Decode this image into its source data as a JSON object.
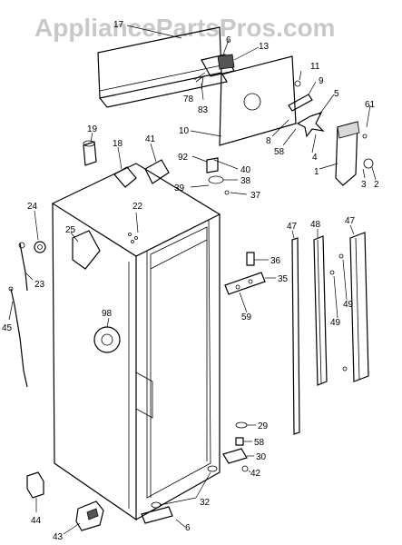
{
  "watermark": "AppliancePartsPros.com",
  "parts": [
    {
      "id": "p17",
      "text": "17"
    },
    {
      "id": "p6a",
      "text": "6"
    },
    {
      "id": "p13",
      "text": "13"
    },
    {
      "id": "p78",
      "text": "78"
    },
    {
      "id": "p83",
      "text": "83"
    },
    {
      "id": "p11",
      "text": "11"
    },
    {
      "id": "p9",
      "text": "9"
    },
    {
      "id": "p5",
      "text": "5"
    },
    {
      "id": "p10",
      "text": "10"
    },
    {
      "id": "p8",
      "text": "8"
    },
    {
      "id": "p58a",
      "text": "58"
    },
    {
      "id": "p4",
      "text": "4"
    },
    {
      "id": "p61",
      "text": "61"
    },
    {
      "id": "p1",
      "text": "1"
    },
    {
      "id": "p3",
      "text": "3"
    },
    {
      "id": "p2",
      "text": "2"
    },
    {
      "id": "p19",
      "text": "19"
    },
    {
      "id": "p18",
      "text": "18"
    },
    {
      "id": "p41",
      "text": "41"
    },
    {
      "id": "p92",
      "text": "92"
    },
    {
      "id": "p40",
      "text": "40"
    },
    {
      "id": "p38",
      "text": "38"
    },
    {
      "id": "p39",
      "text": "39"
    },
    {
      "id": "p37",
      "text": "37"
    },
    {
      "id": "p22",
      "text": "22"
    },
    {
      "id": "p24",
      "text": "24"
    },
    {
      "id": "p25",
      "text": "25"
    },
    {
      "id": "p23",
      "text": "23"
    },
    {
      "id": "p45",
      "text": "45"
    },
    {
      "id": "p36",
      "text": "36"
    },
    {
      "id": "p35",
      "text": "35"
    },
    {
      "id": "p59",
      "text": "59"
    },
    {
      "id": "p47a",
      "text": "47"
    },
    {
      "id": "p48",
      "text": "48"
    },
    {
      "id": "p47b",
      "text": "47"
    },
    {
      "id": "p49a",
      "text": "49"
    },
    {
      "id": "p49b",
      "text": "49"
    },
    {
      "id": "p98",
      "text": "98"
    },
    {
      "id": "p29",
      "text": "29"
    },
    {
      "id": "p58b",
      "text": "58"
    },
    {
      "id": "p30",
      "text": "30"
    },
    {
      "id": "p42",
      "text": "42"
    },
    {
      "id": "p32",
      "text": "32"
    },
    {
      "id": "p6b",
      "text": "6"
    },
    {
      "id": "p44",
      "text": "44"
    },
    {
      "id": "p43",
      "text": "43"
    }
  ]
}
